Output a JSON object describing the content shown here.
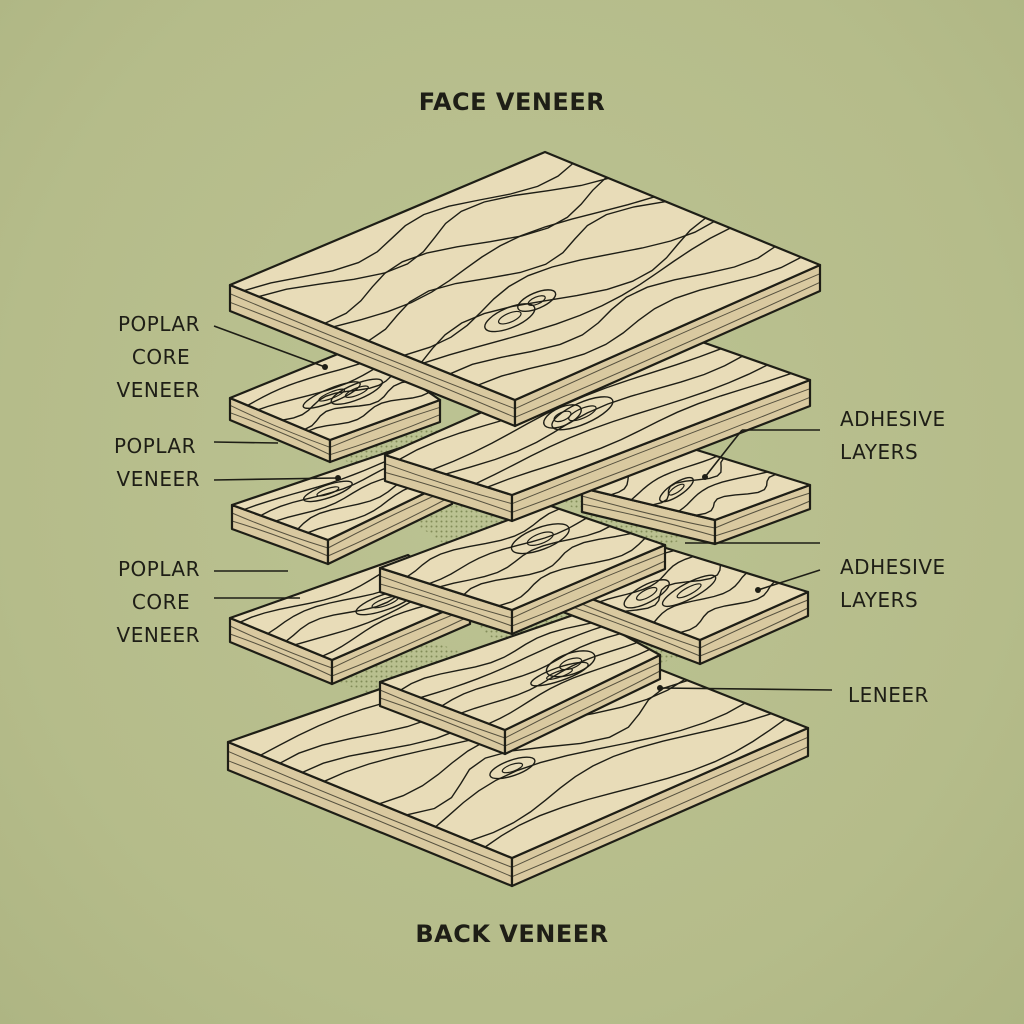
{
  "titles": {
    "top": "FACE VENEER",
    "bottom": "BACK VENEER"
  },
  "left_labels": [
    {
      "lines": [
        "POPLAR",
        "CORE",
        "VENEER"
      ]
    },
    {
      "lines": [
        "POPLAR",
        "VENEER"
      ]
    },
    {
      "lines": [
        "POPLAR",
        "CORE",
        "VENEER"
      ]
    }
  ],
  "right_labels": [
    {
      "lines": [
        "ADHESIVE",
        "LAYERS"
      ]
    },
    {
      "lines": [
        "ADHESIVE",
        "LAYERS"
      ]
    },
    {
      "lines": [
        "LENEER"
      ]
    }
  ],
  "colors": {
    "background": "#b8bf8e",
    "wood_top": "#e8dcb8",
    "wood_side": "#d9c9a0",
    "ink": "#1e1e16",
    "adhesive": "#8f9a62"
  }
}
